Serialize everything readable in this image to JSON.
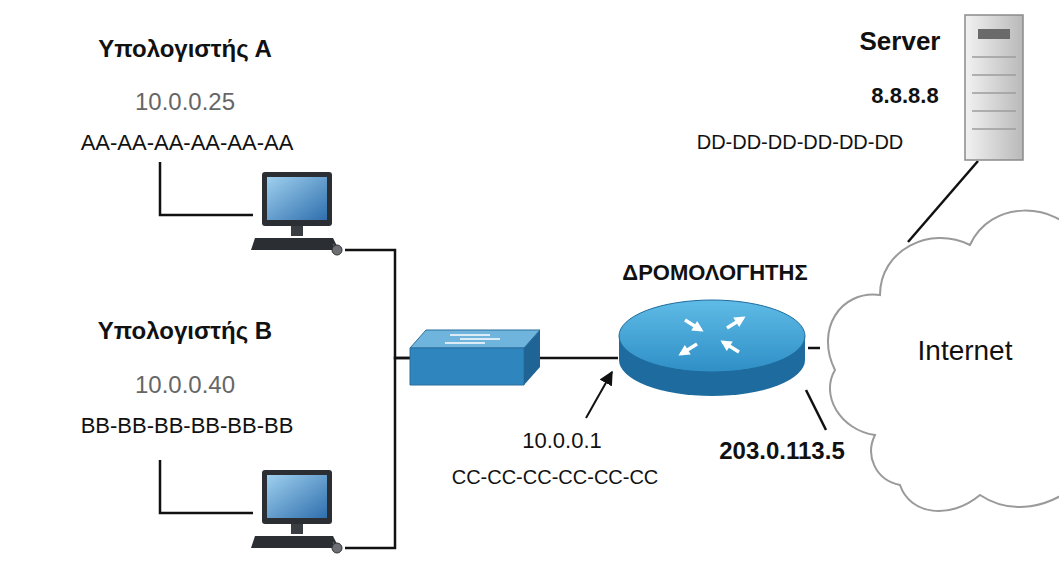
{
  "diagram": {
    "nodes": [
      {
        "text": [
          "Υπολογιστής Α",
          "10.0.0.25",
          "AA-AA-AA-AA-AA-AA"
        ]
      },
      {
        "text": [
          "Υπολογιστής Β",
          "10.0.0.40",
          "BB-BB-BB-BB-BB-BB"
        ]
      },
      {
        "text": []
      },
      {
        "text": [
          "ΔΡΟΜΟΛΟΓΗΤΗΣ"
        ]
      },
      {
        "text": [
          "Internet"
        ]
      },
      {
        "text": [
          "Server",
          "8.8.8.8",
          "DD-DD-DD-DD-DD-DD"
        ]
      }
    ],
    "edges": [
      {
        "from": 0,
        "to": 2,
        "arrow": "none"
      },
      {
        "from": 1,
        "to": 2,
        "arrow": "none"
      },
      {
        "from": 2,
        "to": 3,
        "arrow": "none"
      },
      {
        "from": 3,
        "to": 4,
        "arrow": "none"
      },
      {
        "from": 4,
        "to": 5,
        "arrow": "none"
      }
    ],
    "labels": [
      "10.0.0.1",
      "CC-CC-CC-CC-CC-CC",
      "203.0.113.5"
    ]
  }
}
